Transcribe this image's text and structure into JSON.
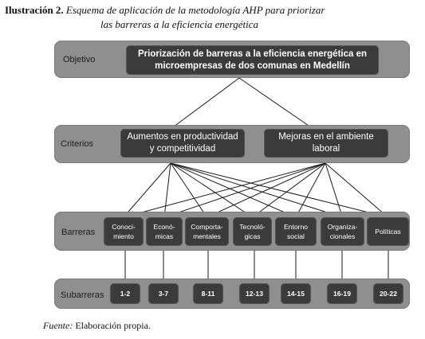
{
  "caption": {
    "prefix": "Ilustración 2.",
    "title_line1": "Esquema de aplicación de la metodología AHP para priorizar",
    "title_line2": "las barreras a la eficiencia energética"
  },
  "levels": {
    "objetivo": "Objetivo",
    "criterios": "Criterios",
    "barreras": "Barreras",
    "subbarreras": "Subarreras"
  },
  "objective": {
    "line1": "Priorización de barreras a la eficiencia energética en",
    "line2": "microempresas de dos comunas en Medellín"
  },
  "criteria": [
    {
      "line1": "Aumentos en productividad",
      "line2": "y competitividad"
    },
    {
      "line1": "Mejoras en el ambiente",
      "line2": "laboral"
    }
  ],
  "barriers": [
    {
      "line1": "Conoci-",
      "line2": "miento"
    },
    {
      "line1": "Econó-",
      "line2": "micas"
    },
    {
      "line1": "Comporta-",
      "line2": "mentales"
    },
    {
      "line1": "Tecnoló-",
      "line2": "gicas"
    },
    {
      "line1": "Entorno",
      "line2": "social"
    },
    {
      "line1": "Organiza-",
      "line2": "cionales"
    },
    {
      "line1": "Políticas",
      "line2": ""
    }
  ],
  "subbarriers": [
    "1-2",
    "3-7",
    "8-11",
    "12-13",
    "14-15",
    "16-19",
    "20-22"
  ],
  "footer": {
    "label": "Fuente:",
    "text": "Elaboración propia."
  }
}
